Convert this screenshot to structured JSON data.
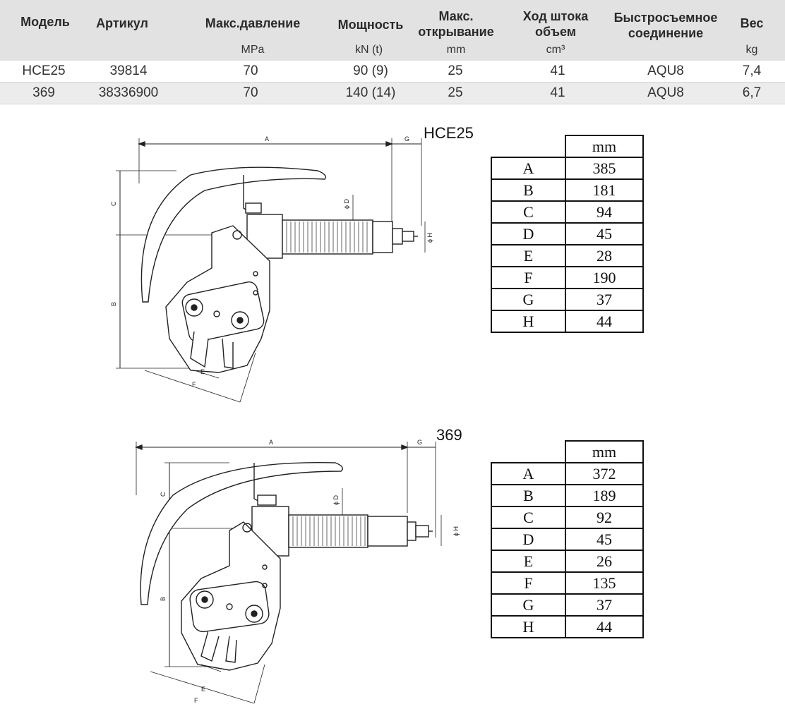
{
  "spec_table": {
    "headers": [
      {
        "line1": "Модель",
        "line2": "",
        "unit": ""
      },
      {
        "line1": "Артикул",
        "line2": "",
        "unit": ""
      },
      {
        "line1": "Макс.давление",
        "line2": "",
        "unit": "MPa"
      },
      {
        "line1": "Мощность",
        "line2": "",
        "unit": "kN (t)"
      },
      {
        "line1": "Макс.",
        "line2": "открывание",
        "unit": "mm"
      },
      {
        "line1": "Ход штока",
        "line2": "объем",
        "unit": "cm³"
      },
      {
        "line1": "Быстросъемное",
        "line2": "соединение",
        "unit": ""
      },
      {
        "line1": "Вес",
        "line2": "",
        "unit": "kg"
      }
    ],
    "rows": [
      [
        "HCE25",
        "39814",
        "70",
        "90 (9)",
        "25",
        "41",
        "AQU8",
        "7,4"
      ],
      [
        "369",
        "38336900",
        "70",
        "140 (14)",
        "25",
        "41",
        "AQU8",
        "6,7"
      ]
    ]
  },
  "drawings": [
    {
      "title": "HCE25",
      "dim_letters": {
        "A": "A",
        "B": "B",
        "C": "C",
        "D": "ϕ D",
        "E": "E",
        "F": "F",
        "G": "G",
        "H": "ϕ H"
      },
      "table_header": "mm",
      "table": [
        {
          "key": "A",
          "value": "385"
        },
        {
          "key": "B",
          "value": "181"
        },
        {
          "key": "C",
          "value": "94"
        },
        {
          "key": "D",
          "value": "45"
        },
        {
          "key": "E",
          "value": "28"
        },
        {
          "key": "F",
          "value": "190"
        },
        {
          "key": "G",
          "value": "37"
        },
        {
          "key": "H",
          "value": "44"
        }
      ]
    },
    {
      "title": "369",
      "dim_letters": {
        "A": "A",
        "B": "B",
        "C": "C",
        "D": "ϕ D",
        "E": "E",
        "F": "F",
        "G": "G",
        "H": "ϕ H"
      },
      "table_header": "mm",
      "table": [
        {
          "key": "A",
          "value": "372"
        },
        {
          "key": "B",
          "value": "189"
        },
        {
          "key": "C",
          "value": "92"
        },
        {
          "key": "D",
          "value": "45"
        },
        {
          "key": "E",
          "value": "26"
        },
        {
          "key": "F",
          "value": "135"
        },
        {
          "key": "G",
          "value": "37"
        },
        {
          "key": "H",
          "value": "44"
        }
      ]
    }
  ]
}
